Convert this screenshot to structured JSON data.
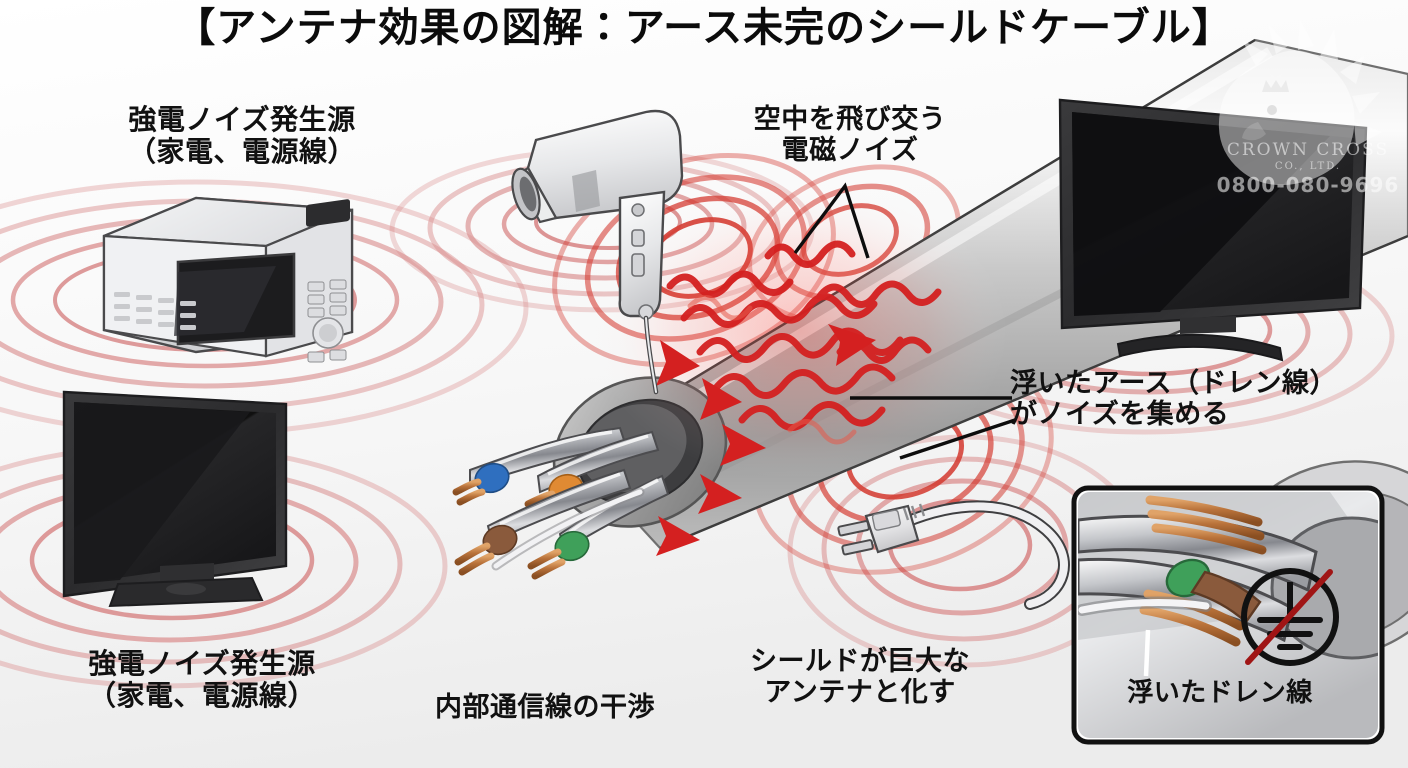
{
  "title": "【アンテナ効果の図解：アース未完のシールドケーブル】",
  "labels": {
    "source_top": "強電ノイズ発生源\n（家電、電源線）",
    "air_noise": "空中を飛び交う\n電磁ノイズ",
    "floating_earth": "浮いたアース（ドレン線）\nがノイズを集める",
    "source_bottom": "強電ノイズ発生源\n（家電、電源線）",
    "inner_interference": "内部通信線の干渉",
    "antenna": "シールドが巨大な\nアンテナと化す",
    "drain_wire": "浮いたドレン線"
  },
  "watermark": {
    "brand": "CROWN CROSS",
    "company": "CO., LTD.",
    "phone": "0800-080-9696"
  },
  "colors": {
    "background": "#f6f6f6",
    "noise_red": "#d42020",
    "ring_red": "#d98a8a",
    "cable_gray": "#b4b4b4",
    "tv_black": "#2a2a2a",
    "text": "#111111",
    "shield_foil": "#d5d5d8",
    "copper": "#b9723a"
  },
  "objects": {
    "microwave": "microwave-oven",
    "hair_dryer": "hair-dryer",
    "tv_left": "television-left",
    "tv_right": "television-right",
    "power_plug": "ac-power-plug",
    "cable": "shielded-cable-cutaway",
    "inset": "drain-wire-closeup",
    "ground_symbol": "crossed-out-earth-ground-icon"
  },
  "wire_pairs": [
    {
      "name": "blue-pair",
      "color": "#2f6fbf"
    },
    {
      "name": "orange-pair",
      "color": "#e08a33"
    },
    {
      "name": "brown-pair",
      "color": "#8a5a3c"
    },
    {
      "name": "green-pair",
      "color": "#3fa05a"
    }
  ]
}
